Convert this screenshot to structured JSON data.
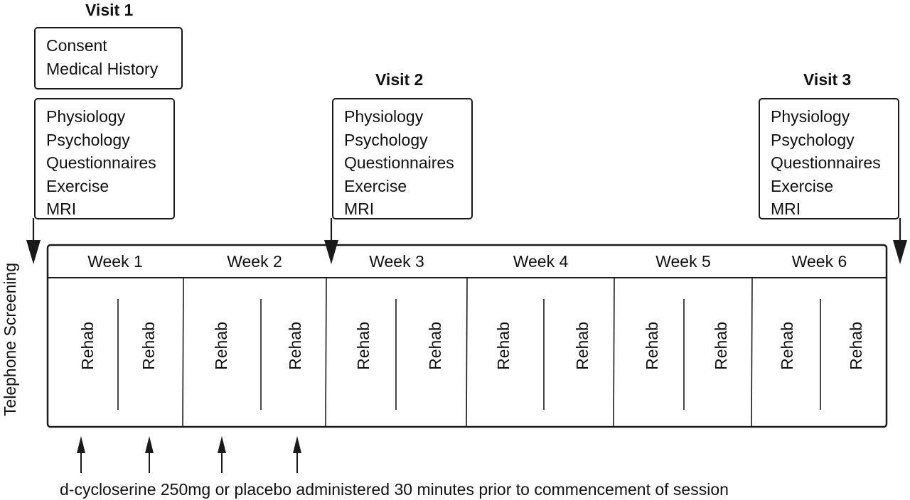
{
  "visits": [
    {
      "title": "Visit 1",
      "header_items": [
        "Consent",
        "Medical History"
      ],
      "items": [
        "Physiology",
        "Psychology",
        "Questionnaires",
        "Exercise",
        "MRI"
      ]
    },
    {
      "title": "Visit 2",
      "items": [
        "Physiology",
        "Psychology",
        "Questionnaires",
        "Exercise",
        "MRI"
      ]
    },
    {
      "title": "Visit 3",
      "items": [
        "Physiology",
        "Psychology",
        "Questionnaires",
        "Exercise",
        "MRI"
      ]
    }
  ],
  "side_label": "Telephone Screening",
  "weeks": [
    {
      "label": "Week 1",
      "sessions": [
        "Rehab",
        "Rehab"
      ]
    },
    {
      "label": "Week 2",
      "sessions": [
        "Rehab",
        "Rehab"
      ]
    },
    {
      "label": "Week 3",
      "sessions": [
        "Rehab",
        "Rehab"
      ]
    },
    {
      "label": "Week 4",
      "sessions": [
        "Rehab",
        "Rehab"
      ]
    },
    {
      "label": "Week 5",
      "sessions": [
        "Rehab",
        "Rehab"
      ]
    },
    {
      "label": "Week 6",
      "sessions": [
        "Rehab",
        "Rehab"
      ]
    }
  ],
  "footnote": "d-cycloserine 250mg or placebo administered 30 minutes prior to commencement of session"
}
